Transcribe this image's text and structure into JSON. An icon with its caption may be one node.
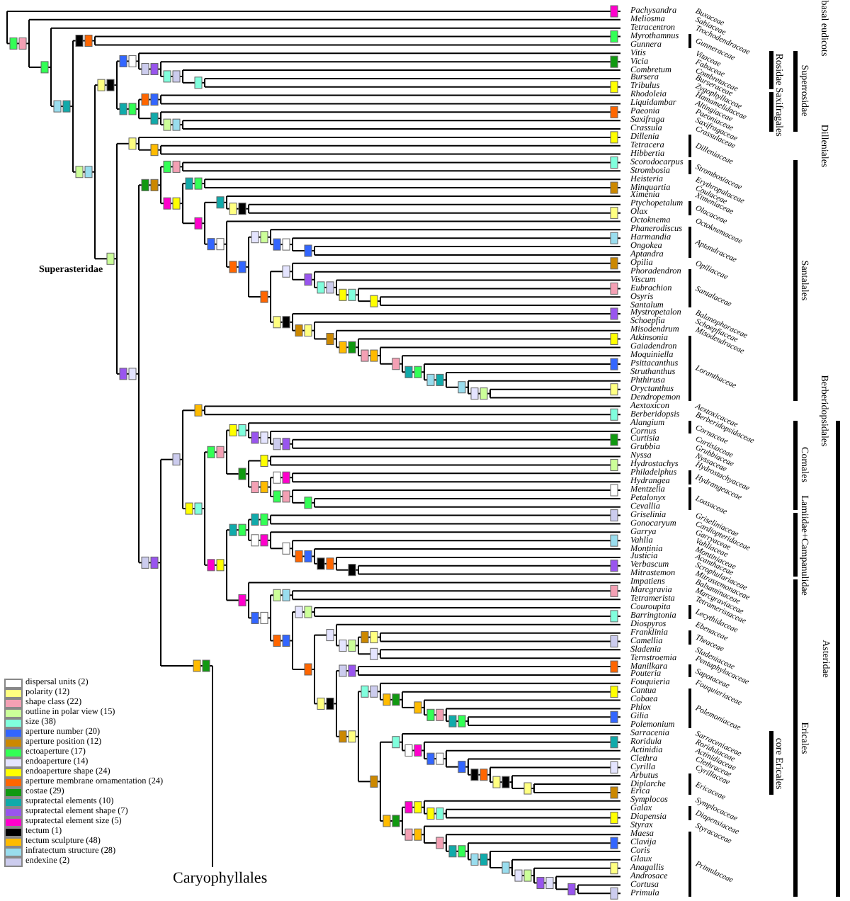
{
  "diagram": {
    "labels": [
      "Pachysandra",
      "Meliosma",
      "Tetracentron",
      "Myrothamnus",
      "Gunnera",
      "Vitis",
      "Vicia",
      "Combretum",
      "Bursera",
      "Tribulus",
      "Rhodoleia",
      "Liquidambar",
      "Paeonia",
      "Saxifraga",
      "Crassula",
      "Dillenia",
      "Tetracera",
      "Hibbertia",
      "Scorodocarpus",
      "Strombosia",
      "Heisteria",
      "Minquartia",
      "Ximenia",
      "Ptychopetalum",
      "Olax",
      "Octoknema",
      "Phanerodiscus",
      "Harmandia",
      "Ongokea",
      "Aptandra",
      "Opilia",
      "Phoradendron",
      "Viscum",
      "Eubrachion",
      "Osyris",
      "Santalum",
      "Mystropetalon",
      "Schoepfia",
      "Misodendrum",
      "Atkinsonia",
      "Gaiadendron",
      "Moquiniella",
      "Psittacanthus",
      "Struthanthus",
      "Phthirusa",
      "Oryctanthus",
      "Dendropemon",
      "Aextoxicon",
      "Berberidopsis",
      "Alangium",
      "Cornus",
      "Curtisia",
      "Grubbia",
      "Nyssa",
      "Hydrostachys",
      "Philadelphus",
      "Hydrangea",
      "Mentzelia",
      "Petalonyx",
      "Cevallia",
      "Griselinia",
      "Gonocaryum",
      "Garrya",
      "Vahlia",
      "Montinia",
      "Justicia",
      "Verbascum",
      "Mitrastemon",
      "Impatiens",
      "Marcgravia",
      "Tetramerista",
      "Couroupita",
      "Barringtonia",
      "Diospyros",
      "Franklinia",
      "Camellia",
      "Sladenia",
      "Ternstroemia",
      "Manilkara",
      "Pouteria",
      "Fouquieria",
      "Cantua",
      "Cobaea",
      "Phlox",
      "Gilia",
      "Polemonium",
      "Sarracenia",
      "Roridula",
      "Actinidia",
      "Clethra",
      "Cyrilla",
      "Arbutus",
      "Diplarche",
      "Erica",
      "Symplocos",
      "Galax",
      "Diapensia",
      "Styrax",
      "Maesa",
      "Clavija",
      "Coris",
      "Glaux",
      "Anagallis",
      "Androsace",
      "Cortusa",
      "Primula",
      "Buxaceae",
      "Sabiaceae",
      "Trochodendraceae",
      "Gunneraceae",
      "Vitaceae",
      "Fabaceae",
      "Combretaceae",
      "Burseraceae",
      "Zygophyllaceae",
      "Hamamelidaceae",
      "Altingiaceae",
      "Paeoniaceae",
      "Saxifragaceae",
      "Crassulaceae",
      "Dilleniaceae",
      "Strombosiaceae",
      "Erythropalaceae",
      "Coulaceae",
      "Ximeniaceae",
      "Olacaceae",
      "Octoknemaceae",
      "Aptandraceae",
      "Opiliaceae",
      "Santalaceae",
      "Balanophoraceae",
      "Schoepfiaceae",
      "Misodendraceae",
      "Loranthaceae",
      "Aextoxicaceae",
      "Berberidopsidaceae",
      "Cornaceae",
      "Curtisiaceae",
      "Grubbiaceae",
      "Nyssaceae",
      "Hydrostachyaceae",
      "Hydrangeaceae",
      "Loasaceae",
      "Griseliniaceae",
      "Cardiopteridaceae",
      "Garryaceae",
      "Vahliaceae",
      "Montiniaceae",
      "Acanthaceae",
      "Scrophulariaceae",
      "Mitrastemonaceae",
      "Balsaminaceae",
      "Marcgraviaceae",
      "Tetrameristaceae",
      "Lecythidaceae",
      "Ebenaceae",
      "Theaceae",
      "Sladeniaceae",
      "Pentaphylacaceae",
      "Sapotaceae",
      "Fouquieriaceae",
      "Polemoniaceae",
      "Sarraceniaceae",
      "Roridulaceae",
      "Actinidiaceae",
      "Clethraceae",
      "Cyrillaceae",
      "Ericaceae",
      "Symplocaceae",
      "Diapensiaceae",
      "Styracaceae",
      "Primulaceae",
      "basal eudicots",
      "Superrosidae",
      "Rosidae",
      "Saxifragales",
      "Dilleniales",
      "Santalales",
      "Berberidopsidales",
      "Asteridae",
      "Cornales",
      "Lamiidae+Campanulidae",
      "Ericales",
      "core Ericales",
      "Superasteridae",
      "Caryophyllales"
    ],
    "legend": [
      {
        "text": "dispersal units (2)",
        "color": "#ffffff"
      },
      {
        "text": "polarity (12)",
        "color": "#ffff80"
      },
      {
        "text": "shape class (22)",
        "color": "#f4a0b4"
      },
      {
        "text": "outline in polar view (15)",
        "color": "#ccff99"
      },
      {
        "text": "size (38)",
        "color": "#80ffdd"
      },
      {
        "text": "aperture number (20)",
        "color": "#3366ff"
      },
      {
        "text": "aperture position (12)",
        "color": "#cc8800"
      },
      {
        "text": "ectoaperture (17)",
        "color": "#33ff55"
      },
      {
        "text": "endoaperture (14)",
        "color": "#e4e4ff"
      },
      {
        "text": "endoaperture shape (24)",
        "color": "#ffff00"
      },
      {
        "text": "aperture membrane ornamentation (24)",
        "color": "#ff6600"
      },
      {
        "text": "costae (29)",
        "color": "#119911"
      },
      {
        "text": "supratectal elements (10)",
        "color": "#11aaaa"
      },
      {
        "text": "supratectal element shape (7)",
        "color": "#9955ee"
      },
      {
        "text": "supratectal element size (5)",
        "color": "#ff00cc"
      },
      {
        "text": "tectum (1)",
        "color": "#000000"
      },
      {
        "text": "tectum sculpture (48)",
        "color": "#ffbb00"
      },
      {
        "text": "infratectum structure (28)",
        "color": "#99ddee"
      },
      {
        "text": "endexine (2)",
        "color": "#ccccee"
      }
    ]
  }
}
